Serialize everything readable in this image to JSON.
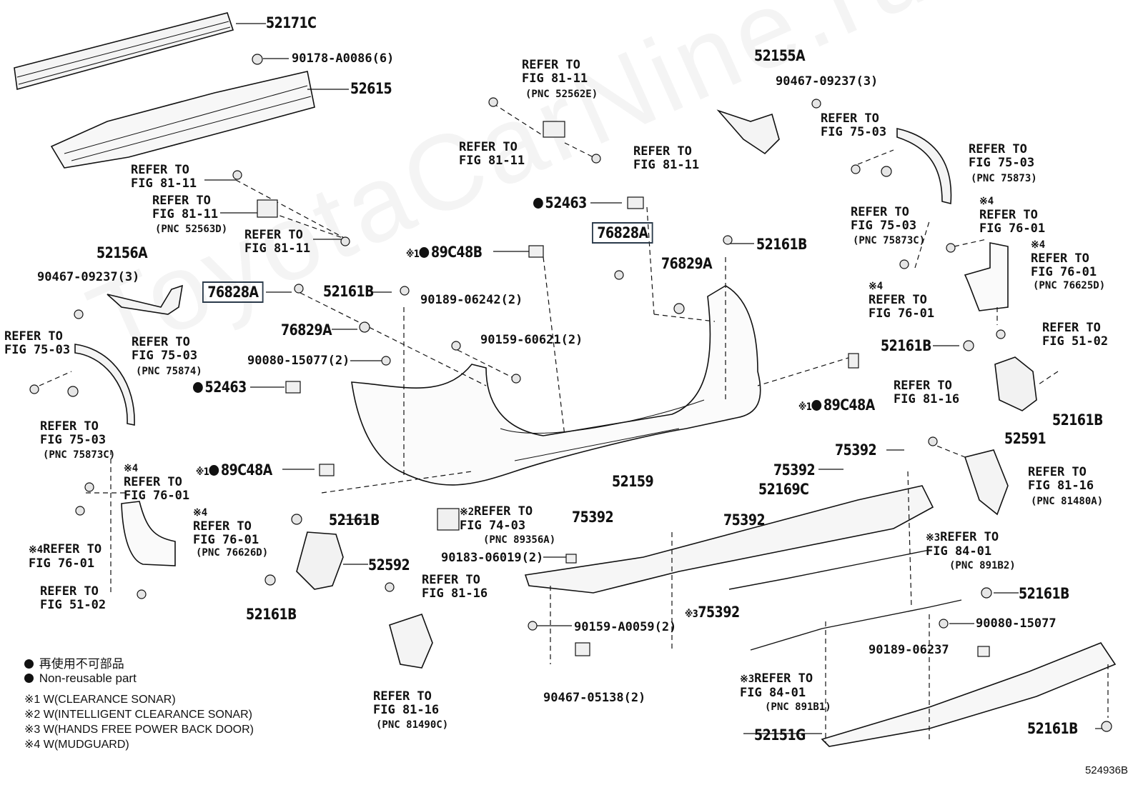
{
  "watermark": "ToyotaCarNine.ru",
  "drawing_code": "524936B",
  "legend": {
    "dot_jp": "再使用不可部品",
    "dot_en": "Non-reusable part",
    "note1": "※1 W(CLEARANCE SONAR)",
    "note2": "※2 W(INTELLIGENT CLEARANCE SONAR)",
    "note3": "※3 W(HANDS FREE POWER BACK DOOR)",
    "note4": "※4 W(MUDGUARD)"
  },
  "labels": {
    "p52171C": "52171C",
    "p90178": "90178-A0086(6)",
    "p52615": "52615",
    "p52156A": "52156A",
    "p90467_l": "90467-09237(3)",
    "p76828A_l": "76828A",
    "p76828A_c": "76828A",
    "p52161B_a": "52161B",
    "p76829A_l": "76829A",
    "p76829A_c": "76829A",
    "p90080_l": "90080-15077(2)",
    "p52463_l": "52463",
    "p52463_c": "52463",
    "p89C48B": "89C48B",
    "p89C48A_l": "89C48A",
    "p89C48A_r": "89C48A",
    "p90189": "90189-06242(2)",
    "p90159_6": "90159-60621(2)",
    "p52161B_b": "52161B",
    "p52155A": "52155A",
    "p90467_r": "90467-09237(3)",
    "p52161B_c": "52161B",
    "p52161B_d": "52161B",
    "p52161B_e": "52161B",
    "p52591": "52591",
    "p52159": "52159",
    "p75392_a": "75392",
    "p75392_b": "75392",
    "p75392_c": "75392",
    "p75392_d": "75392",
    "p75392_e": "75392",
    "p52169C": "52169C",
    "p52161B_f": "52161B",
    "p52592": "52592",
    "p52161B_g": "52161B",
    "p90183": "90183-06019(2)",
    "p90159_a": "90159-A0059(2)",
    "p90467_b": "90467-05138(2)",
    "p52161B_h": "52161B",
    "p90080_r": "90080-15077",
    "p90189_r": "90189-06237",
    "p52151G": "52151G",
    "p52161B_i": "52161B",
    "mark1": "※1",
    "mark2": "※2",
    "mark3": "※3",
    "mark4": "※4"
  },
  "refs": {
    "r1": "REFER TO\nFIG 81-11",
    "r2": "REFER TO\nFIG 81-11",
    "r2p": "(PNC 52563D)",
    "r3": "REFER TO\nFIG 81-11",
    "r4": "REFER TO\nFIG 81-11",
    "r4p": "(PNC 52562E)",
    "r5": "REFER TO\nFIG 81-11",
    "r6": "REFER TO\nFIG 81-11",
    "r7": "REFER TO\nFIG 75-03",
    "r8": "REFER TO\nFIG 75-03",
    "r8p": "(PNC 75874)",
    "r9": "REFER TO\nFIG 75-03",
    "r9p": "(PNC 75873C)",
    "r10": "REFER TO\nFIG 76-01",
    "r11": "REFER TO\nFIG 76-01",
    "r11p": "(PNC 76626D)",
    "r12": "REFER TO\nFIG 76-01",
    "r13": "REFER TO\nFIG 51-02",
    "r14": "REFER TO\nFIG 75-03",
    "r15": "REFER TO\nFIG 75-03",
    "r15p": "(PNC 75873)",
    "r16": "REFER TO\nFIG 75-03",
    "r16p": "(PNC 75873C)",
    "r17": "REFER TO\nFIG 76-01",
    "r18": "REFER TO\nFIG 76-01",
    "r18p": "(PNC 76625D)",
    "r19": "REFER TO\nFIG 76-01",
    "r20": "REFER TO\nFIG 51-02",
    "r21": "REFER TO\nFIG 81-16",
    "r22": "REFER TO\nFIG 81-16",
    "r22p": "(PNC 81480A)",
    "r23": "REFER TO\nFIG 74-03",
    "r23p": "(PNC 89356A)",
    "r24": "REFER TO\nFIG 81-16",
    "r25": "REFER TO\nFIG 81-16",
    "r25p": "(PNC 81490C)",
    "r26": "REFER TO\nFIG 84-01",
    "r26p": "(PNC 891B2)",
    "r27": "REFER TO\nFIG 84-01",
    "r27p": "(PNC 891B1)"
  }
}
